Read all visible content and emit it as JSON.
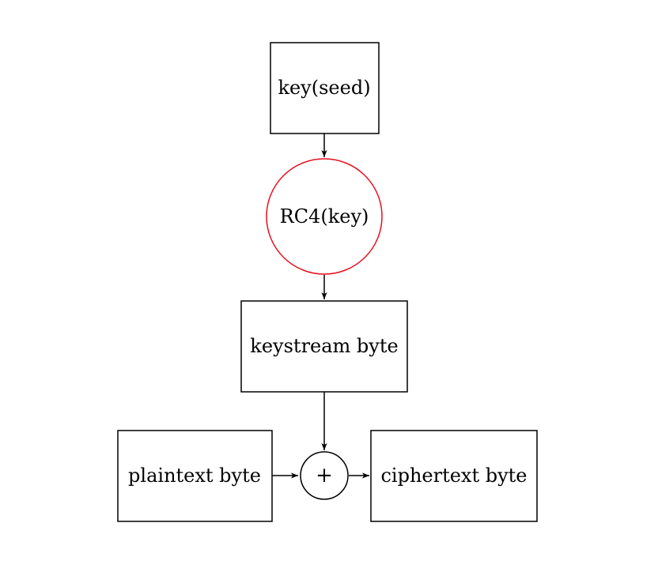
{
  "nodes": {
    "key": {
      "label": "key(seed)"
    },
    "rc4": {
      "label": "RC4(key)",
      "color": "#e8101e"
    },
    "keystream": {
      "label": "keystream byte"
    },
    "xor": {
      "symbol": "+"
    },
    "plaintext": {
      "label": "plaintext byte"
    },
    "ciphertext": {
      "label": "ciphertext byte"
    }
  },
  "edges": [
    {
      "from": "key",
      "to": "rc4"
    },
    {
      "from": "rc4",
      "to": "keystream"
    },
    {
      "from": "keystream",
      "to": "xor"
    },
    {
      "from": "plaintext",
      "to": "xor"
    },
    {
      "from": "xor",
      "to": "ciphertext"
    }
  ]
}
